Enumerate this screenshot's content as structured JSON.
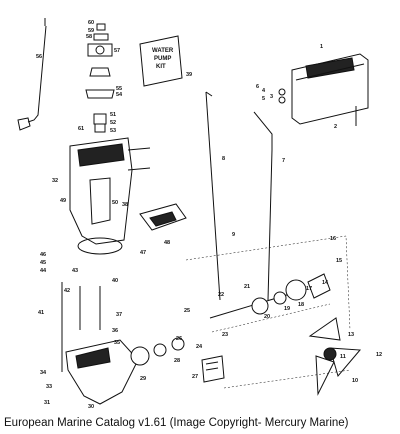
{
  "caption": "European Marine Catalog v1.61 (Image Copyright- Mercury Marine)",
  "kit_text": [
    "WATER",
    "PUMP",
    "KIT"
  ],
  "part_numbers": [
    "1",
    "2",
    "3",
    "4",
    "5",
    "6",
    "7",
    "8",
    "9",
    "10",
    "11",
    "12",
    "13",
    "14",
    "15",
    "16",
    "17",
    "18",
    "19",
    "20",
    "21",
    "22",
    "23",
    "24",
    "25",
    "26",
    "27",
    "28",
    "29",
    "30",
    "31",
    "32",
    "33",
    "34",
    "35",
    "36",
    "37",
    "38",
    "39",
    "40",
    "41",
    "42",
    "43",
    "44",
    "45",
    "46",
    "47",
    "48",
    "49",
    "50",
    "51",
    "52",
    "53",
    "54",
    "55",
    "56",
    "57",
    "58",
    "59",
    "60",
    "61"
  ]
}
